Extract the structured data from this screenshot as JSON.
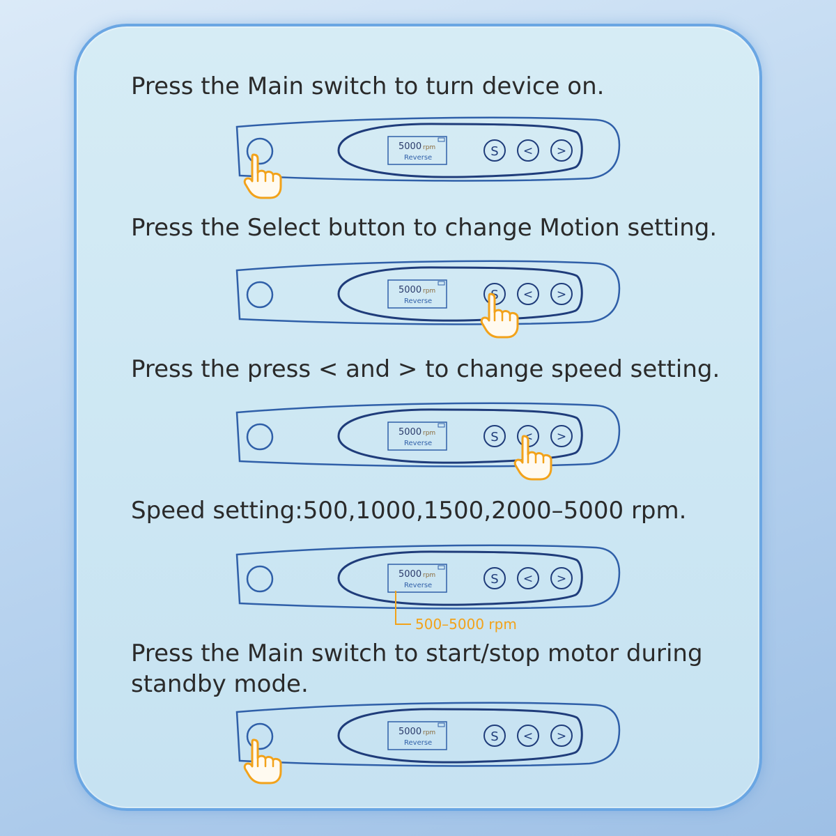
{
  "display": {
    "speed": "5000",
    "unit": "rpm",
    "mode": "Reverse"
  },
  "buttons": {
    "select": "S",
    "decrease": "<",
    "increase": ">"
  },
  "steps": [
    {
      "text": "Press the Main switch to turn device on."
    },
    {
      "text": "Press the Select button to change Motion setting."
    },
    {
      "text": "Press the press < and > to change speed setting."
    },
    {
      "text": "Speed setting:500,1000,1500,2000–5000 rpm.",
      "callout": "500–5000 rpm"
    },
    {
      "text": "Press the Main switch to start/stop motor during\nstandby mode."
    }
  ],
  "colors": {
    "outline": "#2f5fa8",
    "dark_outline": "#1f3c7a",
    "screen_text": "#2a3a6a",
    "accent": "#f2a21a",
    "card_border": "#6aa6e3"
  }
}
